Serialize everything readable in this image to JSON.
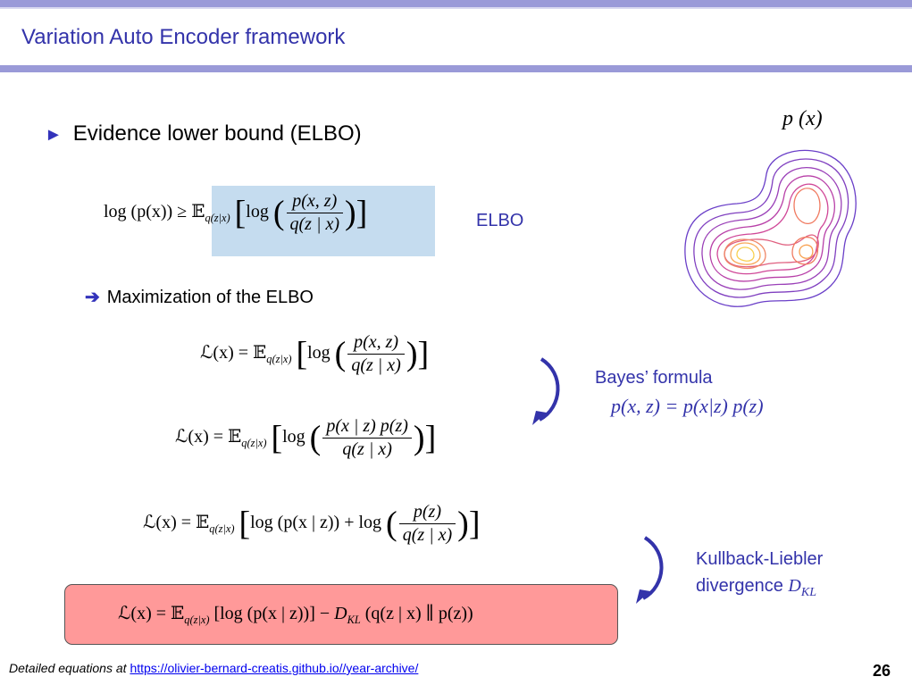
{
  "slide": {
    "title": "Variation Auto Encoder framework",
    "bullet": "Evidence lower bound (ELBO)",
    "bullet_icon": "triangle-right-icon",
    "sub_bullet": "Maximization of the ELBO",
    "sub_bullet_icon": "arrow-right-icon",
    "elbo_label": "ELBO",
    "density_label": "p (x)",
    "bayes_title": "Bayes’ formula",
    "bayes_equation": "p(x, z) = p(x|z) p(z)",
    "kl_title_line1": "Kullback-Liebler",
    "kl_title_line2": "divergence ",
    "kl_symbol": "D",
    "kl_subscript": "KL",
    "footer_text": "Detailed equations at ",
    "footer_link": "https://olivier-bernard-creatis.github.io//year-archive/",
    "page_number": "26",
    "colors": {
      "accent": "#3333aa",
      "header_bar": "#9a9ad8",
      "elbo_highlight": "#c5dcef",
      "result_box": "#ff9999"
    }
  },
  "equations": {
    "eq0": {
      "lhs": "log (p(x)) ≥",
      "E": "𝔼",
      "E_sub": "q(z|x)",
      "log": "log",
      "num": "p(x, z)",
      "den": "q(z | x)"
    },
    "eq1": {
      "lhs": "ℒ(x) =",
      "E": "𝔼",
      "E_sub": "q(z|x)",
      "log": "log",
      "num": "p(x, z)",
      "den": "q(z | x)"
    },
    "eq2": {
      "lhs": "ℒ(x) =",
      "E": "𝔼",
      "E_sub": "q(z|x)",
      "log": "log",
      "num": "p(x | z) p(z)",
      "den": "q(z | x)"
    },
    "eq3": {
      "lhs": "ℒ(x) =",
      "E": "𝔼",
      "E_sub": "q(z|x)",
      "term1": "log (p(x | z)) + log",
      "num": "p(z)",
      "den": "q(z | x)"
    },
    "eq4": {
      "lhs": "ℒ(x) =",
      "E": "𝔼",
      "E_sub": "q(z|x)",
      "body": "[log (p(x | z))] − ",
      "D": "D",
      "D_sub": "KL",
      "tail": "(q(z | x) ∥ p(z))"
    }
  }
}
